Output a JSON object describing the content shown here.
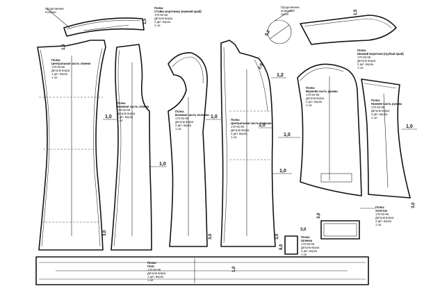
{
  "title_notes": {
    "collar_note": [
      "Продолжение",
      "полочки"
    ],
    "top_right_note": [
      "Продолжение",
      "шлицевой",
      "части"
    ]
  },
  "allowances": {
    "a15_collar": "1,5",
    "a15_topright": "1,5",
    "a10_front_top": "1,0",
    "a10_front": "1,0",
    "a10_side": "1,0",
    "a10_side_lower": "1,0",
    "a10_back": "1,0",
    "a10_back_lower": "1,0",
    "a12_back": "1,2",
    "a20_back": "2,0",
    "a10_sleeve": "1,0",
    "a10_sleeve_lower": "1,0",
    "a02_ring": "0,2",
    "a30_front": "3,0",
    "a30_side": "3,0",
    "a30_back": "3,0",
    "a30_sleeve": "3,0",
    "a30_small_left": "3,0",
    "a30_small_right": "3,0",
    "a80_small": "8,0",
    "a10_belt": "1,0"
  },
  "pieces": {
    "collar_stand": [
      "Полка",
      "Стойка воротника (нижний край)",
      "170-92-96",
      "Детали верха",
      "2 дет. верха",
      "1 шт."
    ],
    "front_center": [
      "Полка",
      "Центральная часть спинки",
      "170-92-96",
      "Детали верха",
      "1 дет. верха",
      "1 шт."
    ],
    "front_side": [
      "Полка",
      "Боковая часть спинки",
      "170-92-96",
      "Детали верха",
      "2 дет. верха",
      "1 шт."
    ],
    "side_panel": [
      "Полка",
      "Боковая часть полочки",
      "170-92-96",
      "Детали верха",
      "2 дет. верха",
      "1 шт."
    ],
    "back_center": [
      "Полка",
      "Центральная часть полочки",
      "170-92-96",
      "Детали верха",
      "2 дет. верха",
      "1 шт."
    ],
    "collar_top": [
      "Полка",
      "Нижний воротник (грубый край)",
      "170-92-96",
      "Детали верха",
      "2 дет. верха",
      "1 шт."
    ],
    "sleeve_upper": [
      "Полка",
      "Верхняя часть рукава",
      "170-92-96",
      "Детали верха",
      "2 дет. верха",
      "1 шт."
    ],
    "sleeve_lower": [
      "Полка",
      "Нижняя часть рукава",
      "170-92-96",
      "Детали верха",
      "2 дет. верха",
      "1 шт."
    ],
    "pocket": [
      "Полка",
      "Шлевка",
      "170-92-96",
      "Детали верха",
      "2 дет. верха",
      "1 шт."
    ],
    "cuff": [
      "Полка",
      "Хлястик",
      "170-92-96",
      "Детали верха",
      "2 дет. верха",
      "1 шт."
    ],
    "belt": [
      "Полка",
      "Пояс",
      "170-92-96",
      "Детали верха",
      "1 дет. верха",
      "1 шт."
    ]
  }
}
